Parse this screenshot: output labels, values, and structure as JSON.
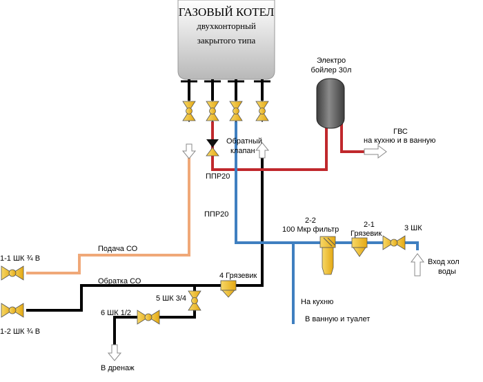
{
  "boiler": {
    "title": "ГАЗОВЫЙ КОТЕЛ",
    "line2": "двухконторный",
    "line3": "закрытого типа"
  },
  "electro_boiler": {
    "line1": "Электро",
    "line2": "бойлер 30л"
  },
  "labels": {
    "gvs": "ГВС",
    "gvs_dest": "на кухню и в ванную",
    "check_valve_1": "Обратный",
    "check_valve_2": "клапан",
    "ppr_upper": "ППР20",
    "ppr_lower": "ППР20",
    "filter_num": "2-2",
    "filter_name": "100 Мкр фильтр",
    "strainer_num": "2-1",
    "strainer_name": "Грязевик",
    "valve_3": "3 ШК",
    "inlet_1": "Вход хол",
    "inlet_2": "воды",
    "supply_co": "Подача СО",
    "return_co": "Обратка СО",
    "strainer_4": "4 Грязевик",
    "valve_5": "5 ШК 3/4",
    "valve_6": "6 ШК 1/2",
    "drain": "В дренаж",
    "valve_11": "1-1 ШК ¾ В",
    "valve_12": "1-2 ШК ¾ В",
    "to_kitchen": "На кухню",
    "to_bath": "В ванную и туалет"
  },
  "colors": {
    "cold_water": "#3f7fc0",
    "hot_water": "#c0282c",
    "heating_supply": "#f0a878",
    "heating_return": "#000000",
    "valve_fill": "#f2c21a",
    "boiler_body": "#cccccc",
    "tank_body": "#555555"
  }
}
